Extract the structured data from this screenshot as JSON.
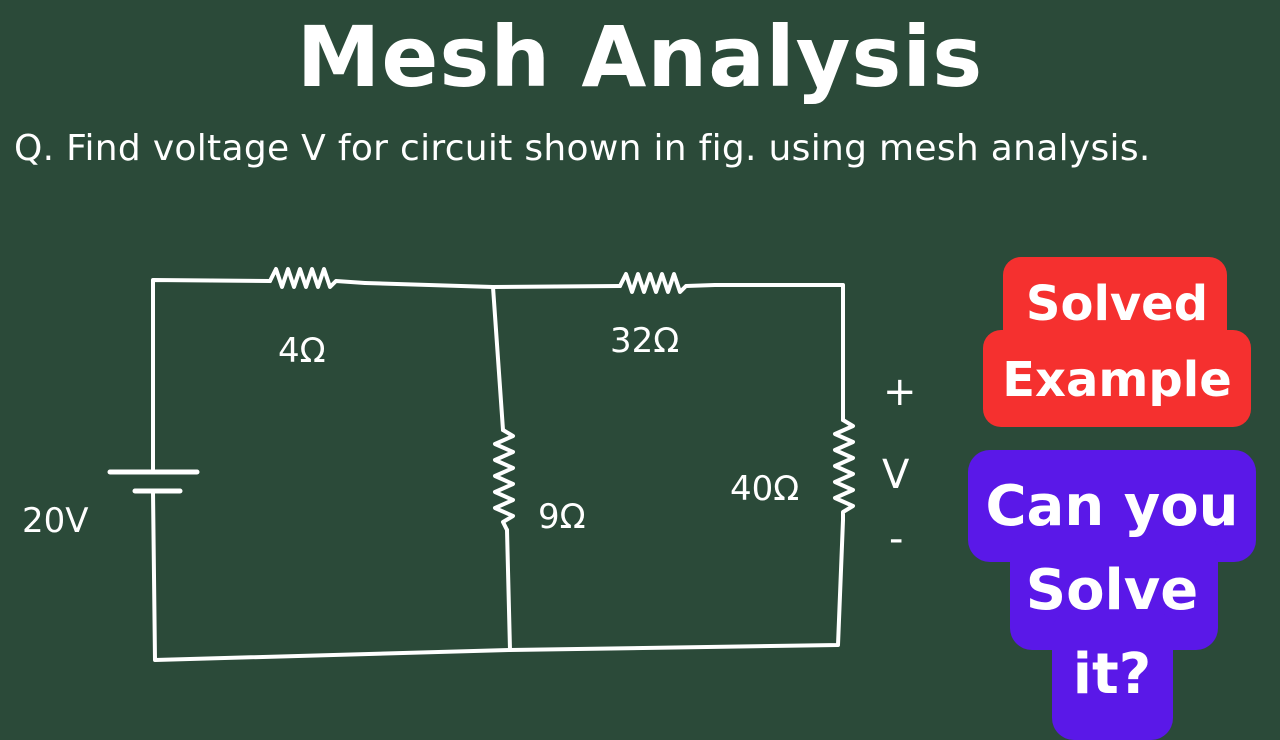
{
  "title": "Mesh Analysis",
  "question": "Q. Find voltage V for circuit shown in fig. using mesh analysis.",
  "circuit": {
    "r1": "4Ω",
    "r2": "32Ω",
    "r3": "9Ω",
    "r4": "40Ω",
    "source": "20V",
    "plus": "+",
    "v": "V",
    "minus": "-"
  },
  "badges": {
    "solved_line1": "Solved",
    "solved_line2": "Example",
    "ask_line1": "Can you",
    "ask_line2": "Solve",
    "ask_line3": "it?"
  },
  "colors": {
    "background": "#2b4a39",
    "red": "#f5302f",
    "purple": "#5a18e8"
  }
}
